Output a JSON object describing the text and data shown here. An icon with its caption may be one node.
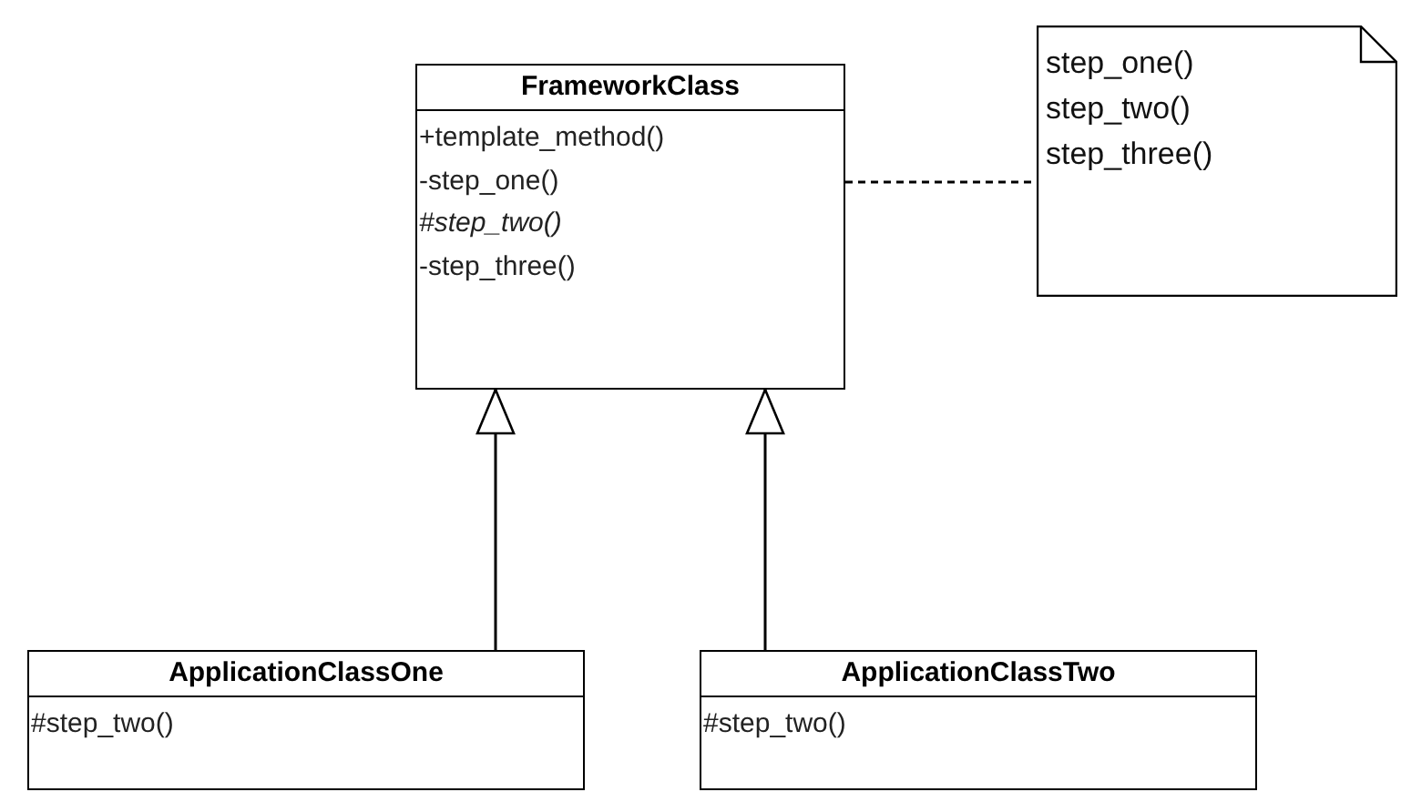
{
  "diagram": {
    "nodes": [
      {
        "text": [
          "FrameworkClass",
          "+template_method()",
          "-step_one()",
          "*#step_two()*",
          "-step_three()"
        ]
      },
      {
        "text": [
          "step_one()",
          "step_two()",
          "step_three()"
        ]
      },
      {
        "text": [
          "ApplicationClassOne",
          "#step_two()"
        ]
      },
      {
        "text": [
          "ApplicationClassTwo",
          "#step_two()"
        ]
      }
    ],
    "edges": [
      {
        "from": 2,
        "to": 0,
        "arrow": "to"
      },
      {
        "from": 3,
        "to": 0,
        "arrow": "to"
      },
      {
        "from": 0,
        "to": 1,
        "arrow": "none",
        "style": "dashed"
      }
    ]
  }
}
